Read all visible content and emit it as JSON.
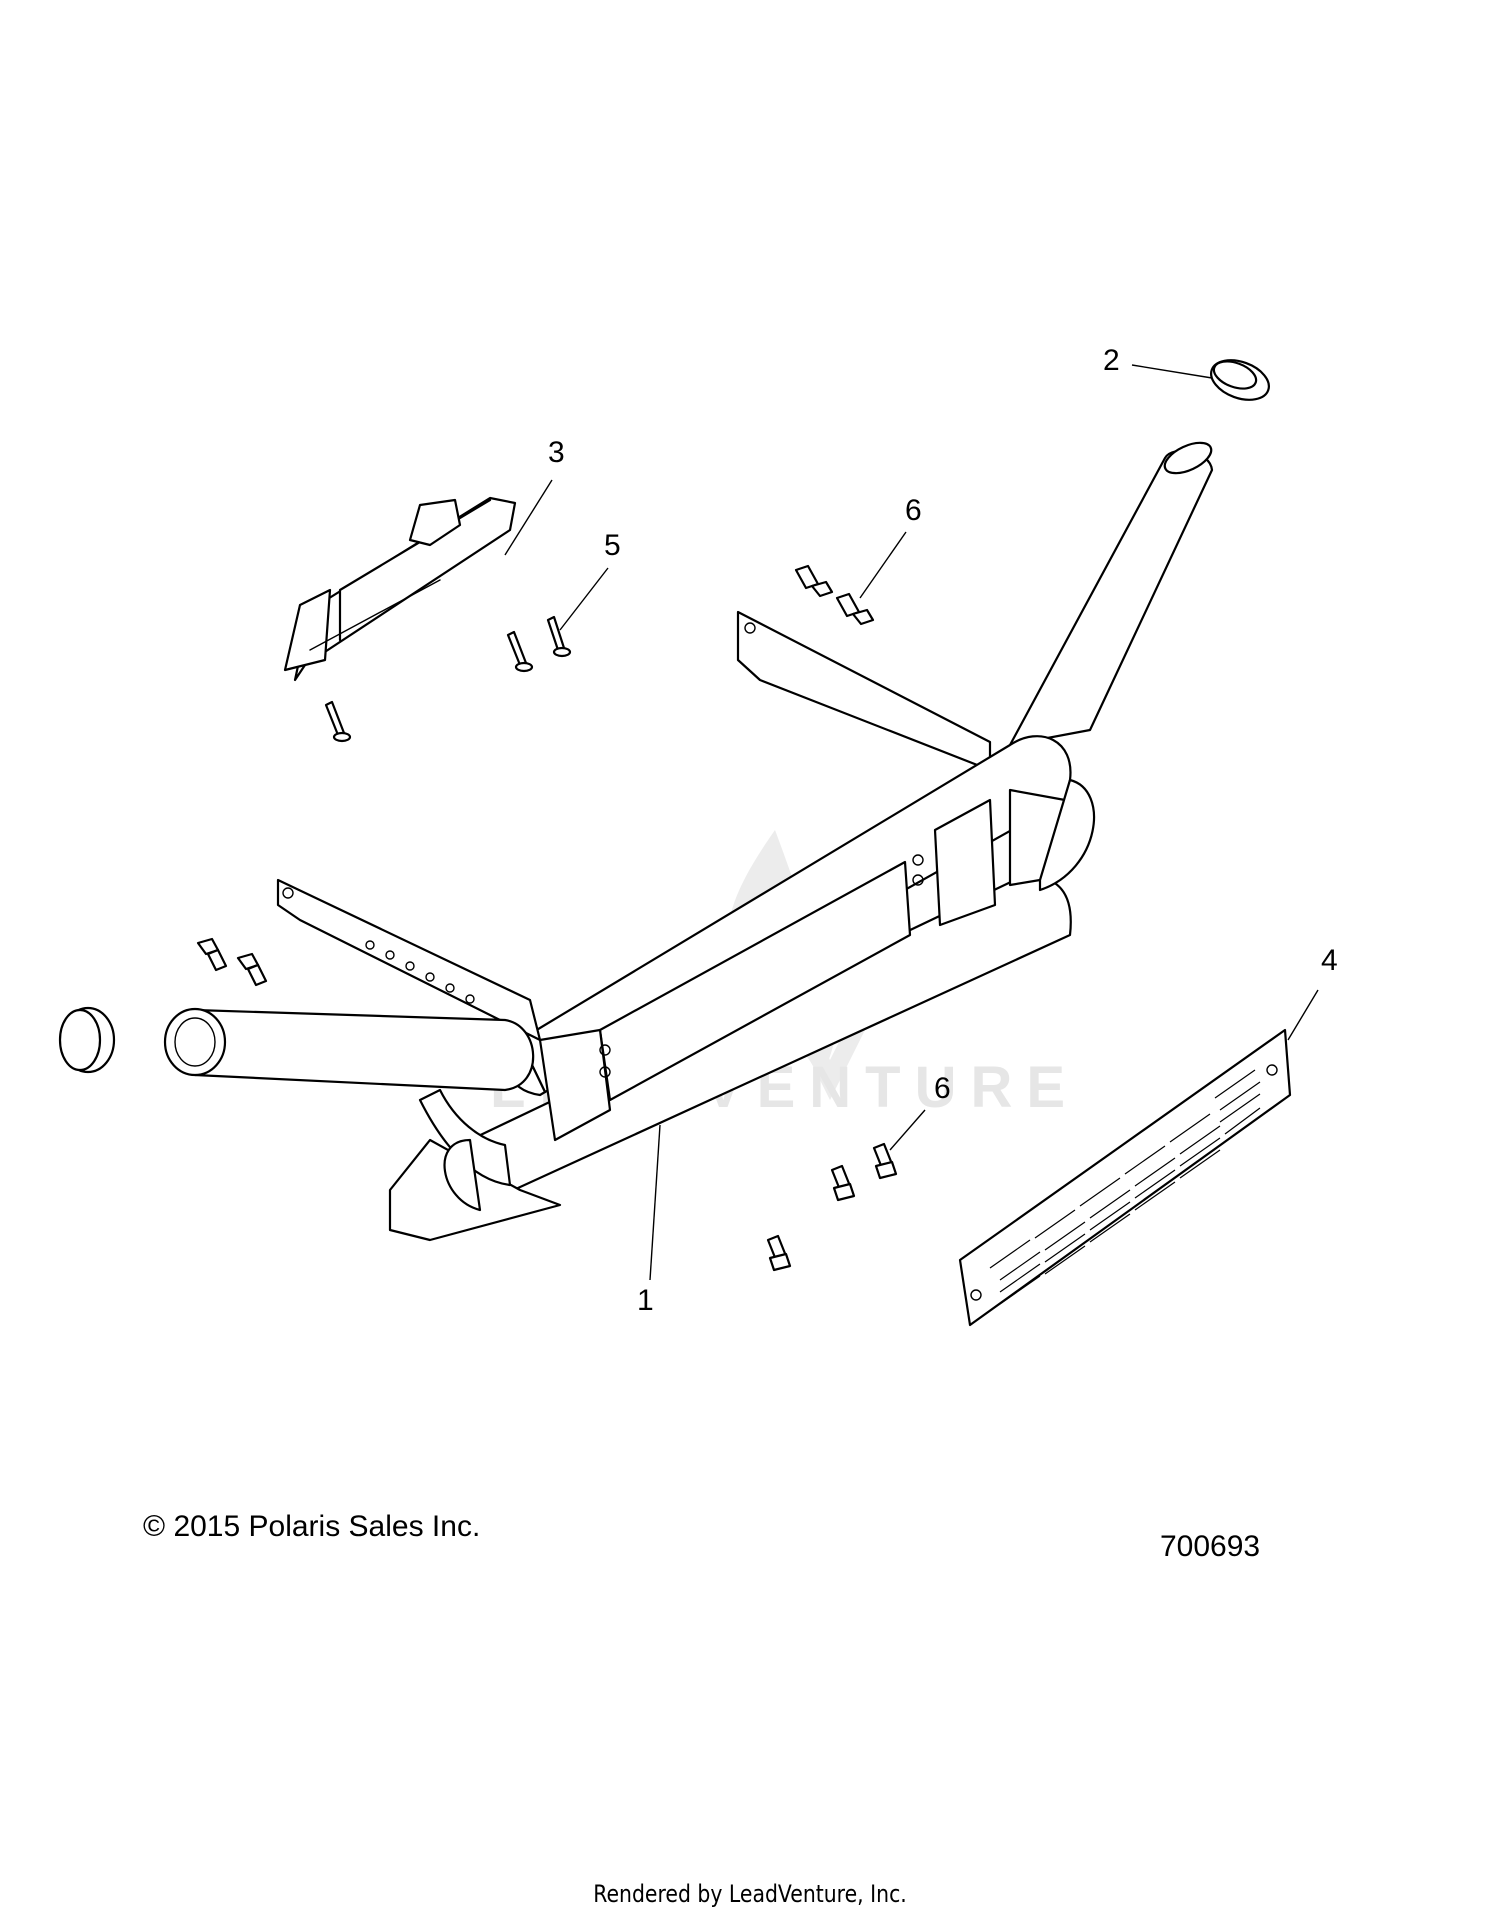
{
  "callouts": [
    "1",
    "2",
    "3",
    "4",
    "5",
    "6",
    "6"
  ],
  "watermark": "LEADVENTURE",
  "copyright": "© 2015 Polaris Sales Inc.",
  "drawing_number": "700693",
  "footer": "Rendered by LeadVenture, Inc."
}
